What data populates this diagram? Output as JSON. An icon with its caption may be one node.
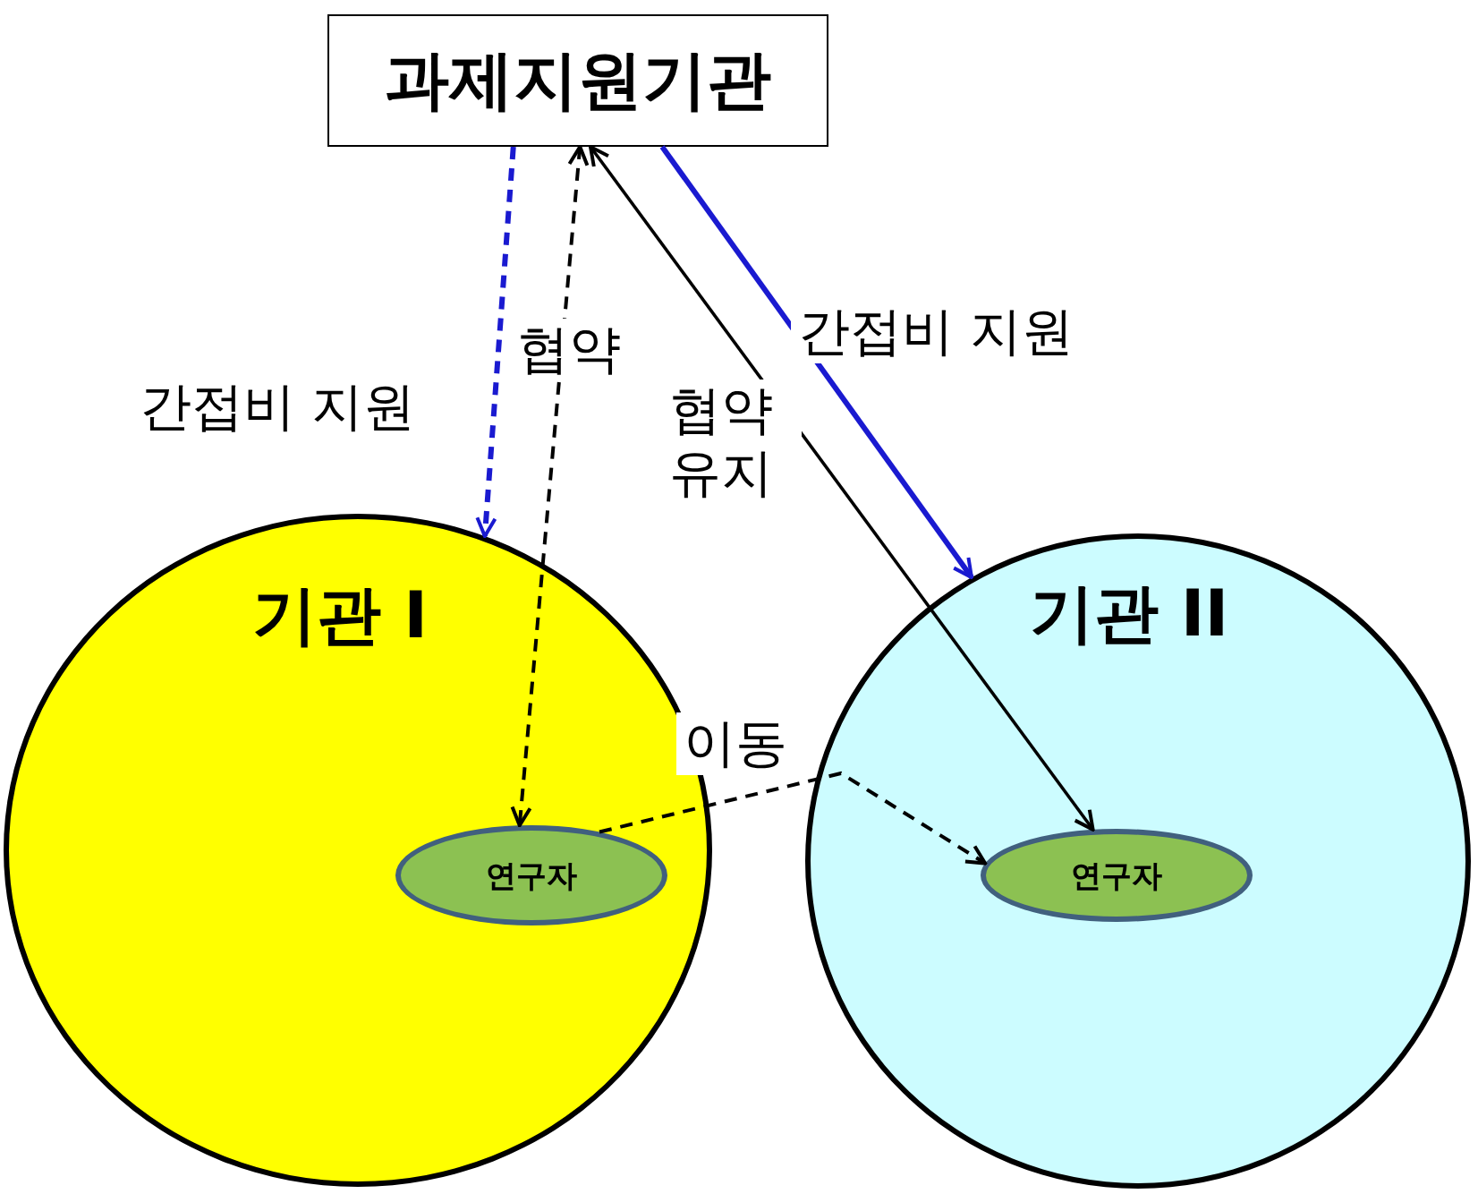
{
  "diagram": {
    "nodes": [
      {
        "text": [
          "과제지원기관"
        ]
      },
      {
        "text": [
          "기관 I"
        ]
      },
      {
        "text": [
          "기관 II"
        ]
      },
      {
        "text": [
          "연구자"
        ],
        "in": 1
      },
      {
        "text": [
          "연구자"
        ],
        "in": 2
      }
    ],
    "edges": [
      {
        "from": 0,
        "to": 1,
        "arrow": "to",
        "label": "간접비 지원",
        "style": "dashed",
        "color": "#1a1ad0"
      },
      {
        "from": 0,
        "to": 3,
        "arrow": "both",
        "label": "협약",
        "style": "dashed"
      },
      {
        "from": 0,
        "to": 4,
        "arrow": "both",
        "label": "협약 유지"
      },
      {
        "from": 0,
        "to": 2,
        "arrow": "to",
        "label": "간접비 지원",
        "color": "#1a1ad0"
      },
      {
        "from": 3,
        "to": 4,
        "arrow": "to",
        "label": "이동",
        "style": "dashed"
      }
    ]
  }
}
